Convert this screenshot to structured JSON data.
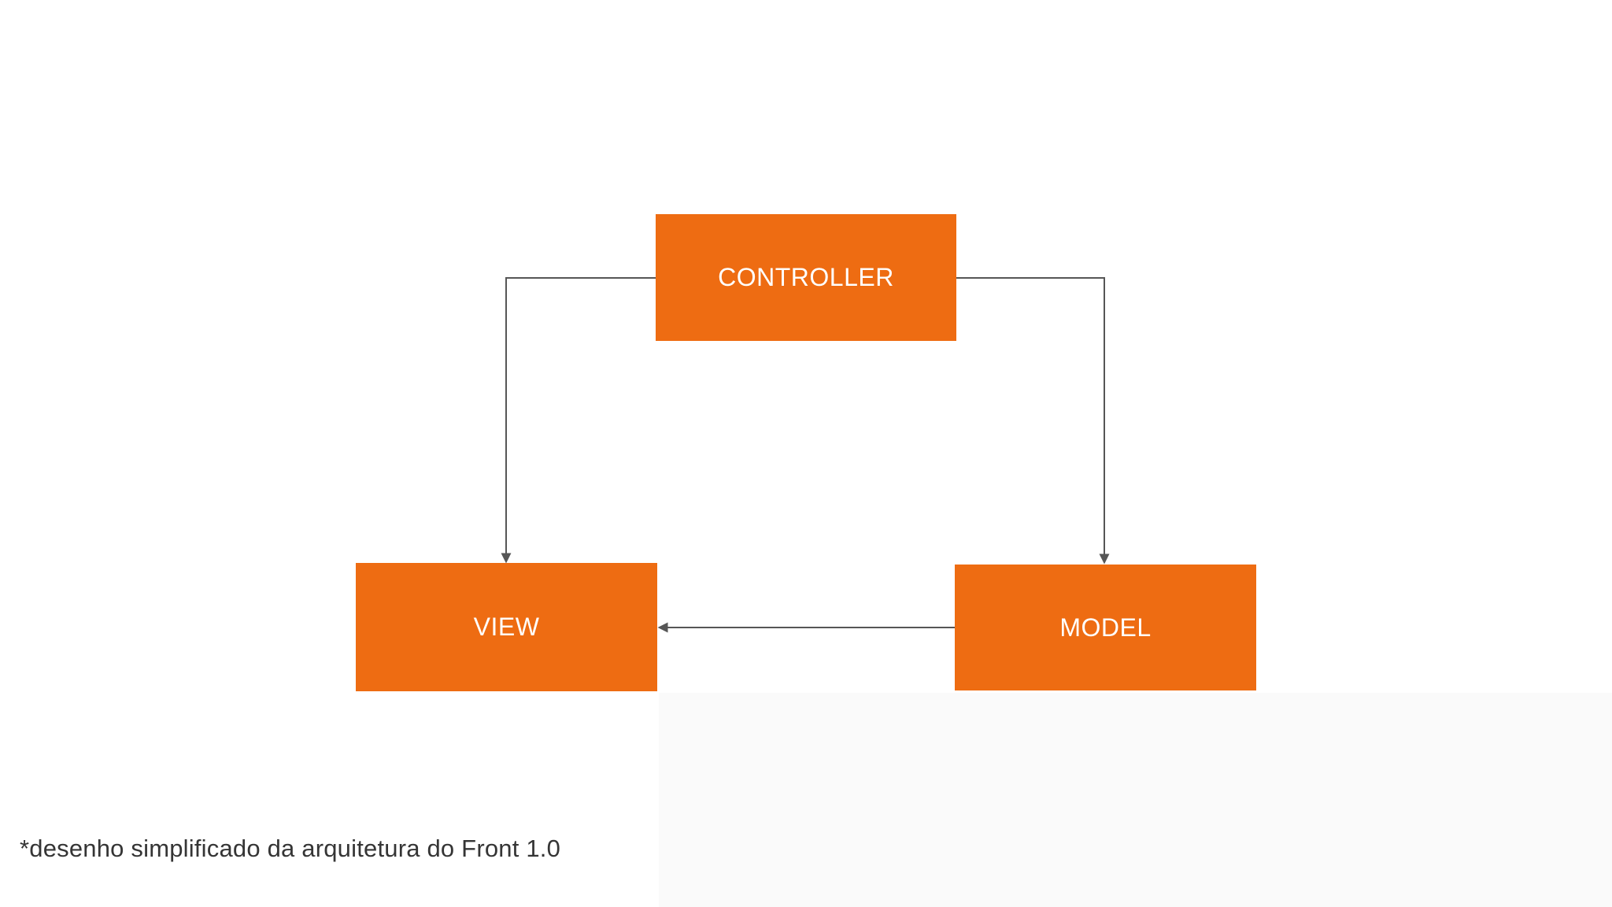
{
  "colors": {
    "accent_orange": "#EE6C12",
    "connector_gray": "#565656",
    "label_text": "#FFFFFF",
    "caption_text": "#353535",
    "background": "#FFFFFF",
    "shade": "#FAFAFA"
  },
  "diagram": {
    "nodes": {
      "controller": {
        "label": "CONTROLLER"
      },
      "view": {
        "label": "VIEW"
      },
      "model": {
        "label": "MODEL"
      }
    },
    "connectors": [
      {
        "name": "controller-to-view",
        "from": "CONTROLLER",
        "to": "VIEW",
        "style": "elbow-down-arrow"
      },
      {
        "name": "controller-to-model",
        "from": "CONTROLLER",
        "to": "MODEL",
        "style": "elbow-down-arrow"
      },
      {
        "name": "model-to-view",
        "from": "MODEL",
        "to": "VIEW",
        "style": "straight-left-arrow"
      }
    ],
    "caption": "*desenho simplificado da arquitetura do Front 1.0"
  }
}
